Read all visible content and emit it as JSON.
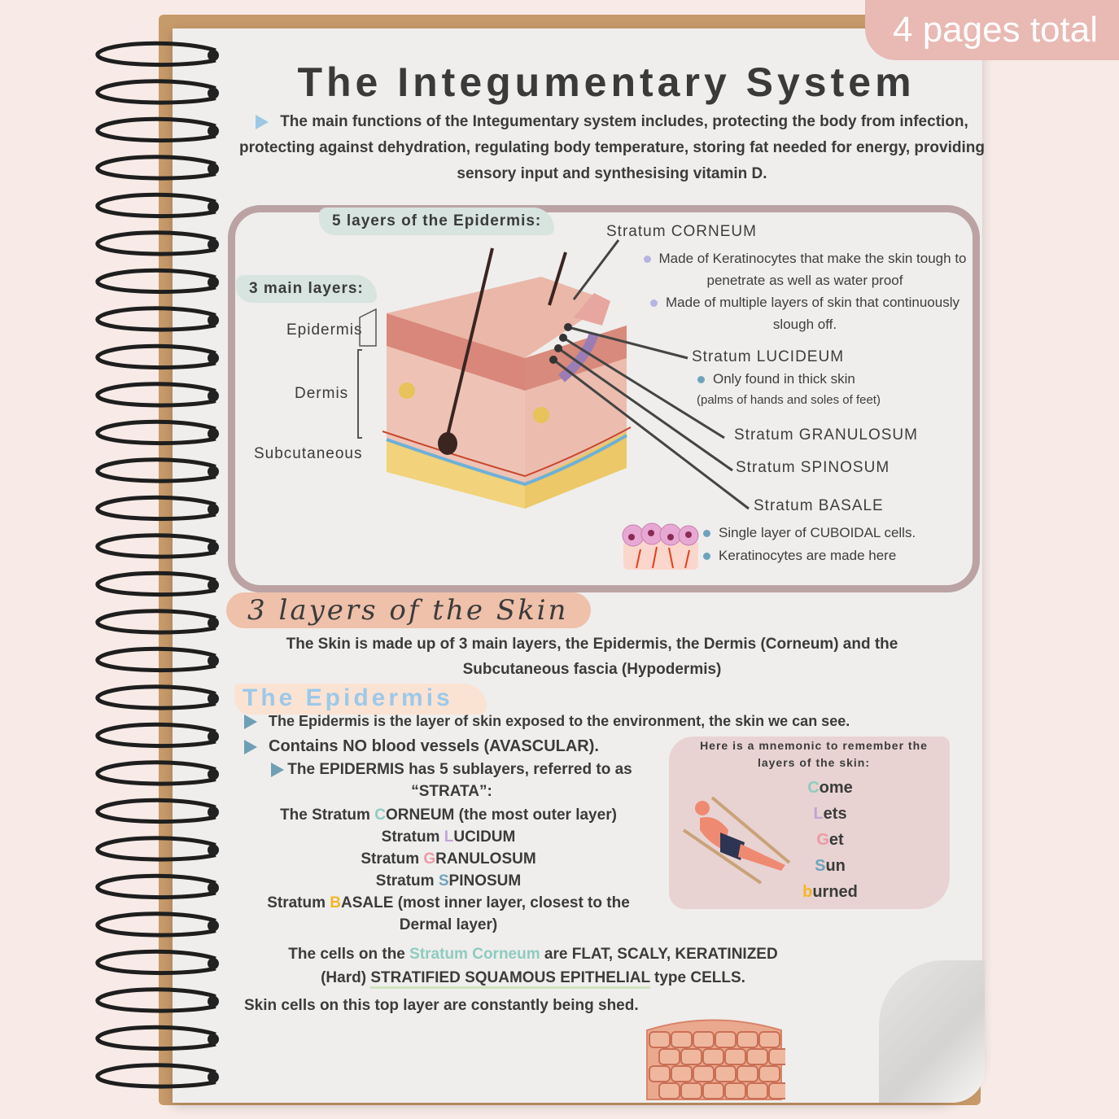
{
  "badge": "4 pages total",
  "title": "The Integumentary System",
  "intro": "The main functions of the Integumentary system includes, protecting the body from infection, protecting against dehydration, regulating body temperature, storing fat needed for energy, providing sensory input and synthesising vitamin D.",
  "diagram": {
    "epidermis_heading": "5 layers of the Epidermis:",
    "main_layers_heading": "3 main layers:",
    "main_layers": [
      "Epidermis",
      "Dermis",
      "Subcutaneous"
    ],
    "corneum": {
      "name": "Stratum CORNEUM",
      "bullets": [
        "Made of Keratinocytes that make the skin tough to penetrate as well as water proof",
        "Made of multiple layers of skin that continuously slough off."
      ]
    },
    "lucideum": {
      "name": "Stratum LUCIDEUM",
      "bullet": "Only found in thick skin",
      "note": "(palms of hands and soles of feet)"
    },
    "granulosum": "Stratum GRANULOSUM",
    "spinosum": "Stratum SPINOSUM",
    "basale": {
      "name": "Stratum BASALE",
      "bullets": [
        "Single layer of CUBOIDAL cells.",
        "Keratinocytes are made here"
      ]
    }
  },
  "skin_section": {
    "heading": "3 layers of the Skin",
    "text": "The Skin is made up of 3 main layers, the Epidermis, the Dermis (Corneum) and the Subcutaneous fascia (Hypodermis)"
  },
  "epidermis_section": {
    "heading": "The Epidermis",
    "bullets": [
      "The Epidermis is the layer of skin exposed to the environment, the skin we can see.",
      "Contains NO blood vessels (AVASCULAR).",
      "The EPIDERMIS has 5 sublayers, referred to as “STRATA”:"
    ],
    "strata": [
      {
        "pre": "The Stratum ",
        "initial": "C",
        "rest": "ORNEUM (the most outer layer)",
        "color": "#8fcbc1"
      },
      {
        "pre": "Stratum ",
        "initial": "L",
        "rest": "UCIDUM",
        "color": "#c3a3d8"
      },
      {
        "pre": "Stratum ",
        "initial": "G",
        "rest": "RANULOSUM",
        "color": "#ec9aa5"
      },
      {
        "pre": "Stratum ",
        "initial": "S",
        "rest": "PINOSUM",
        "color": "#6fa3bd"
      },
      {
        "pre": "Stratum ",
        "initial": "B",
        "rest": "ASALE (most inner layer, closest to the Dermal layer)",
        "color": "#f5b524"
      }
    ],
    "cells_pre": "The cells on the ",
    "cells_highlight": "Stratum Corneum",
    "cells_post1": " are FLAT, SCALY, KERATINIZED",
    "cells_hard": "(Hard) ",
    "cells_underline": "STRATIFIED SQUAMOUS EPITHELIAL",
    "cells_post2": " type CELLS.",
    "shed": "Skin cells on this top layer are constantly being shed."
  },
  "mnemonic": {
    "intro": "Here is a mnemonic to remember the layers of the skin:",
    "words": [
      {
        "initial": "C",
        "rest": "ome",
        "color": "#8fcbc1"
      },
      {
        "initial": "L",
        "rest": "ets",
        "color": "#c3a3d8"
      },
      {
        "initial": "G",
        "rest": "et",
        "color": "#ec9aa5"
      },
      {
        "initial": "S",
        "rest": "un",
        "color": "#6fa3bd"
      },
      {
        "initial": "b",
        "rest": "urned",
        "color": "#f5b524"
      }
    ]
  },
  "colors": {
    "background": "#f8ebe7",
    "page": "#efeeec",
    "badge": "#e9b9b4",
    "frame": "#bca3a3",
    "section_tab": "#efc0aa",
    "accent_blue": "#9cc8e6"
  }
}
